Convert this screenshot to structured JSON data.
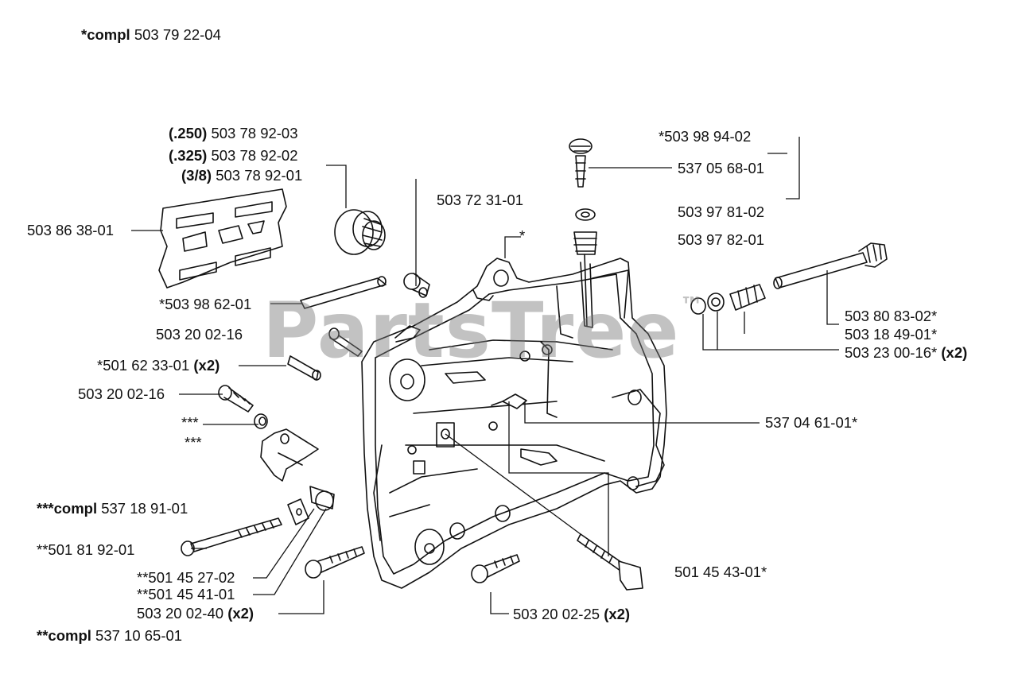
{
  "watermark": {
    "text": "PartsTree",
    "mark": "™"
  },
  "labels": {
    "compl_top": {
      "prefix": "*compl",
      "number": "503 79 22-04"
    },
    "l_250": {
      "prefix": "(.250)",
      "number": "503 78 92-03"
    },
    "l_325": {
      "prefix": "(.325)",
      "number": "503 78 92-02"
    },
    "l_38": {
      "prefix": "(3/8)",
      "number": "503 78 92-01"
    },
    "plate": {
      "number": "503 86 38-01"
    },
    "l_503723101": {
      "number": "503 72 31-01"
    },
    "star": {
      "number": "*"
    },
    "l_5039862": {
      "number": "*503 98 62-01"
    },
    "l_5032002_16_a": {
      "number": "503 20 02-16"
    },
    "l_5016233": {
      "number": "*501 62 33-01",
      "suffix": "(x2)"
    },
    "l_5032002_16_b": {
      "number": "503 20 02-16"
    },
    "triple_a": {
      "number": "***"
    },
    "triple_b": {
      "number": "***"
    },
    "compl_537189101": {
      "prefix": "***compl",
      "number": "537 18 91-01"
    },
    "l_5018192": {
      "number": "**501 81 92-01"
    },
    "l_5014527": {
      "number": "**501 45 27-02"
    },
    "l_5014541": {
      "number": "**501 45 41-01"
    },
    "l_5032002_40": {
      "number": "503 20 02-40",
      "suffix": "(x2)"
    },
    "compl_537106501": {
      "prefix": "**compl",
      "number": "537 10 65-01"
    },
    "l_5039894": {
      "number": "*503 98 94-02"
    },
    "l_5370568": {
      "number": "537 05 68-01"
    },
    "l_5039781": {
      "number": "503 97 81-02"
    },
    "l_5039782": {
      "number": "503 97 82-01"
    },
    "l_5038083": {
      "number": "503 80 83-02*"
    },
    "l_5031849": {
      "number": "503 18 49-01*"
    },
    "l_5032300": {
      "number": "503 23 00-16*",
      "suffix": "(x2)"
    },
    "l_5370461": {
      "number": "537 04 61-01*"
    },
    "l_5014543": {
      "number": "501 45 43-01*"
    },
    "l_5032002_25": {
      "number": "503 20 02-25",
      "suffix": "(x2)"
    }
  }
}
